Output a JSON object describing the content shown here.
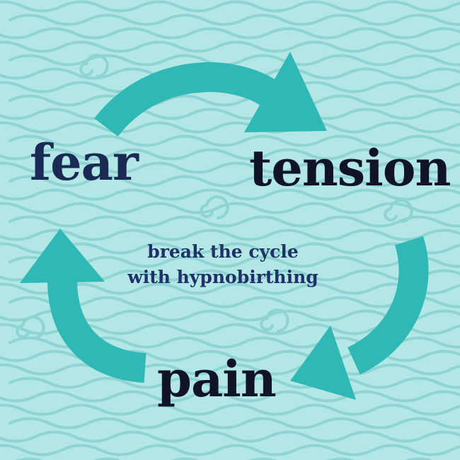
{
  "diagram": {
    "nodes": [
      {
        "id": "fear",
        "label": "fear"
      },
      {
        "id": "tension",
        "label": "tension"
      },
      {
        "id": "pain",
        "label": "pain"
      }
    ],
    "edges": [
      {
        "from": "fear",
        "to": "tension"
      },
      {
        "from": "tension",
        "to": "pain"
      },
      {
        "from": "pain",
        "to": "fear"
      }
    ],
    "tagline": [
      "break the cycle",
      "with  hypnobirthing"
    ]
  },
  "colors": {
    "background": "#b3e7e5",
    "wave_lines": "#8ed4d2",
    "arrow": "#2fb8b5",
    "fear_text": "#1a2a55",
    "tension_text": "#101426",
    "pain_text": "#101426",
    "tagline_text": "#1f3168"
  }
}
